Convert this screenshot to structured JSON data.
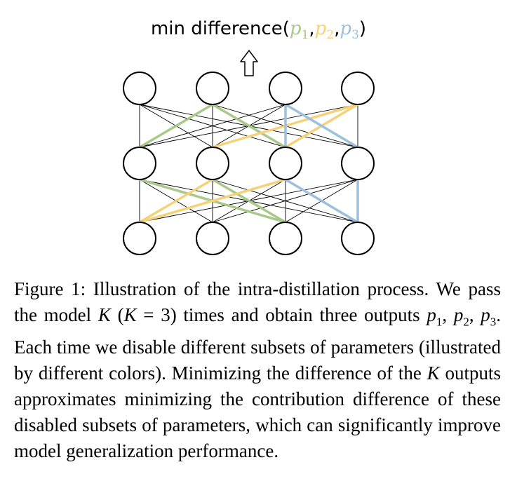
{
  "figure": {
    "title_prefix": "min difference(",
    "p1": "p",
    "p1_sub": "1",
    "p2": "p",
    "p2_sub": "2",
    "p3": "p",
    "p3_sub": "3",
    "sep": ",",
    "title_suffix": ")",
    "arrow": "⇧",
    "colors": {
      "p1": "#a8c98a",
      "p2": "#f5d27a",
      "p3": "#9dc0de",
      "node_stroke": "#000000",
      "edge": "#000000"
    }
  },
  "caption": {
    "s1": "Figure 1: Illustration of the intra-distillation process. We pass the model ",
    "K1": "K",
    "s2": " (",
    "K2": "K",
    "s3": " = 3) times and obtain three outputs ",
    "q1": "p",
    "q1_sub": "1",
    "c1": ", ",
    "q2": "p",
    "q2_sub": "2",
    "c2": ", ",
    "q3": "p",
    "q3_sub": "3",
    "s4": ". Each time we disable different subsets of parameters (illustrated by different colors). Minimizing the difference of the ",
    "K3": "K",
    "s5": " outputs approximates minimizing the contribution difference of these disabled subsets of parameters, which can significantly improve model generalization performance."
  }
}
